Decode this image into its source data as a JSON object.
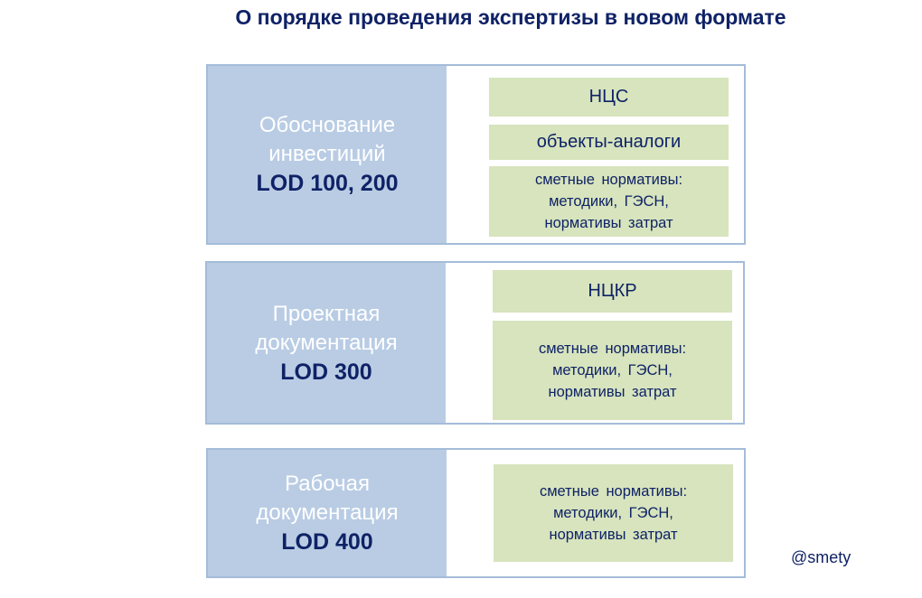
{
  "title": "О порядке проведения экспертизы в новом формате",
  "blocks": [
    {
      "name_lines": [
        "Обоснование",
        "инвестиций"
      ],
      "lod": "LOD 100, 200",
      "items": [
        "НЦС",
        "объекты-аналоги",
        [
          "сметные нормативы:",
          "методики, ГЭСН,",
          "нормативы затрат"
        ]
      ]
    },
    {
      "name_lines": [
        "Проектная",
        "документация"
      ],
      "lod": "LOD 300",
      "items": [
        "НЦКР",
        [
          "сметные нормативы:",
          "методики, ГЭСН,",
          "нормативы затрат"
        ]
      ]
    },
    {
      "name_lines": [
        "Рабочая",
        "документация"
      ],
      "lod": "LOD 400",
      "items": [
        [
          "сметные нормативы:",
          "методики, ГЭСН,",
          "нормативы затрат"
        ]
      ]
    }
  ],
  "handle": "@smety"
}
